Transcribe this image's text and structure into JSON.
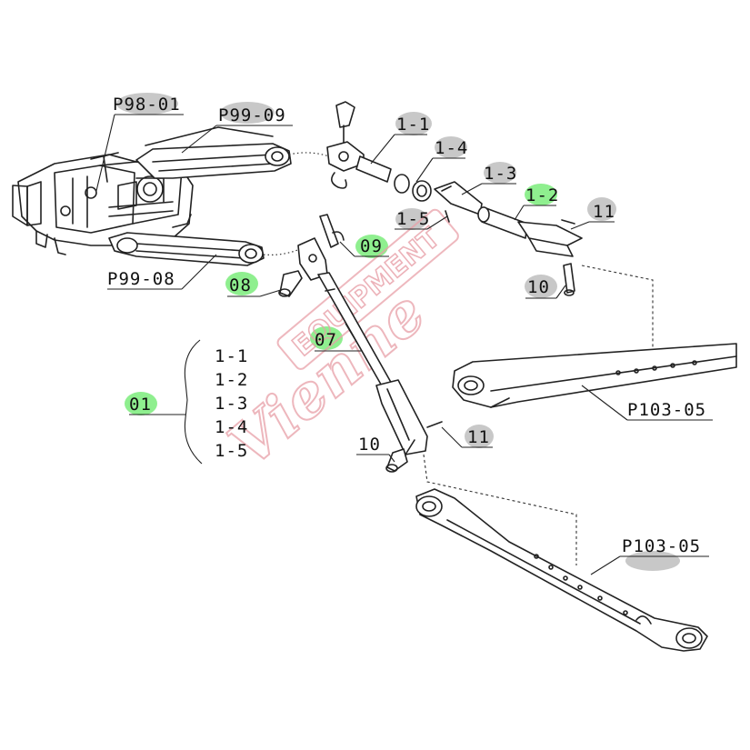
{
  "labels": {
    "p98_01": "P98-01",
    "p99_09": "P99-09",
    "p99_08": "P99-08",
    "l1_1": "1-1",
    "l1_4": "1-4",
    "l1_3": "1-3",
    "l1_2": "1-2",
    "l1_5": "1-5",
    "l11_top": "11",
    "l10_top": "10",
    "l09": "09",
    "l08": "08",
    "l07": "07",
    "l01": "01",
    "p103_05_upper": "P103-05",
    "p103_05_lower": "P103-05",
    "l11_bottom": "11",
    "l10_bottom": "10"
  },
  "group_list": [
    "1-1",
    "1-2",
    "1-3",
    "1-4",
    "1-5"
  ],
  "watermark": {
    "brand": "Vienne",
    "banner": "EQUIPMENT",
    "color": "#e8a0a8"
  },
  "highlight_colors": {
    "grey": "#c8c8c8",
    "green": "#8fef8f"
  }
}
